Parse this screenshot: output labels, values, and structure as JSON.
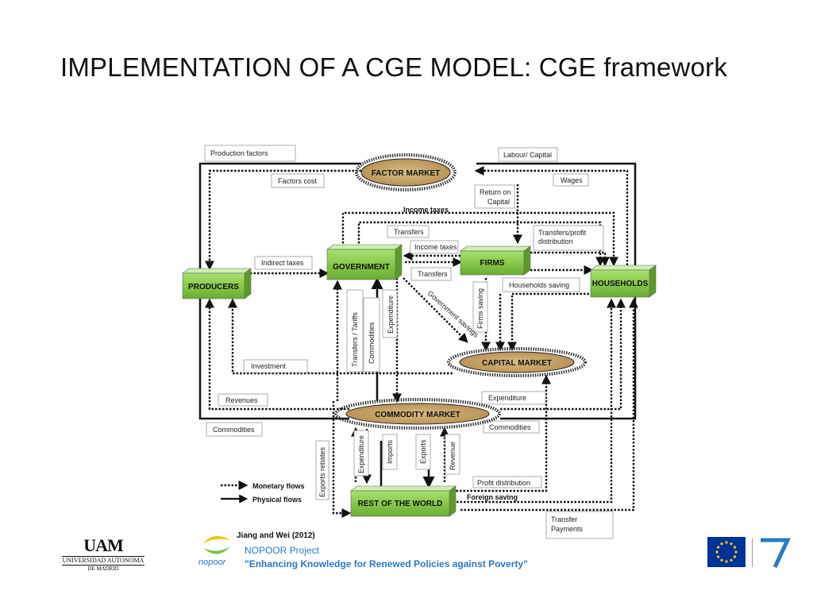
{
  "title": "IMPLEMENTATION OF A CGE MODEL: CGE framework",
  "nodes": {
    "factor_market": "FACTOR MARKET",
    "government": "GOVERNMENT",
    "firms": "FIRMS",
    "producers": "PRODUCERS",
    "households": "HOUSEHOLDS",
    "capital_market": "CAPITAL MARKET",
    "commodity_market": "COMMODITY MARKET",
    "rest_of_world": "REST OF THE WORLD"
  },
  "labels": {
    "production_factors": "Production factors",
    "labour_capital": "Labour/ Capital",
    "factors_cost": "Factors cost",
    "wages": "Wages",
    "return_on": "Return on",
    "capital": "Capital",
    "income_taxes_top": "Income  taxes",
    "transfers_1": "Transfers",
    "transfers_profit_1": "Transfers/profit",
    "transfers_profit_2": "distribution",
    "income_taxes": "Income taxes",
    "indirect_taxes": "Indirect  taxes",
    "transfers_2": "Transfers",
    "households_saving": "Households saving",
    "government_savings": "Government savings",
    "firms_saving": "Firms saving",
    "expenditure_v": "Expenditure",
    "commodities_v": "Commodities",
    "transfers_tariffs": "Transfers / Tariffs",
    "investment": "Investment",
    "revenues": "Revenues",
    "expenditure_h": "Expenditure",
    "commodities_left": "Commodities",
    "commodities_right": "Commodities",
    "exports_rebates": "Exports rebates",
    "expenditure_row": "Expenditure",
    "imports": "Imports",
    "exports": "Exports",
    "revenue": "Revenue",
    "profit_distribution": "Profit distribution",
    "foreign_saving": "Foreign saving",
    "transfer_payments_1": "Transfer",
    "transfer_payments_2": "Payments"
  },
  "legend": {
    "monetary": "Monetary flows",
    "physical": "Physical flows"
  },
  "footer": {
    "citation": "Jiang and Wei (2012)",
    "project": "NOPOOR Project",
    "tagline": "\"Enhancing Knowledge for Renewed Policies against Poverty\"",
    "nopoor_wordmark": "nopoor",
    "uam_mark": "UAM",
    "uam_line1": "UNIVERSIDAD AUTONOMA",
    "uam_line2": "DE MADRID"
  },
  "colors": {
    "green_box": "#8fd14f",
    "ellipse_fill": "#c9a86a",
    "blue_text": "#2b79c2",
    "eu_blue": "#003399",
    "eu_star": "#ffcc00"
  }
}
